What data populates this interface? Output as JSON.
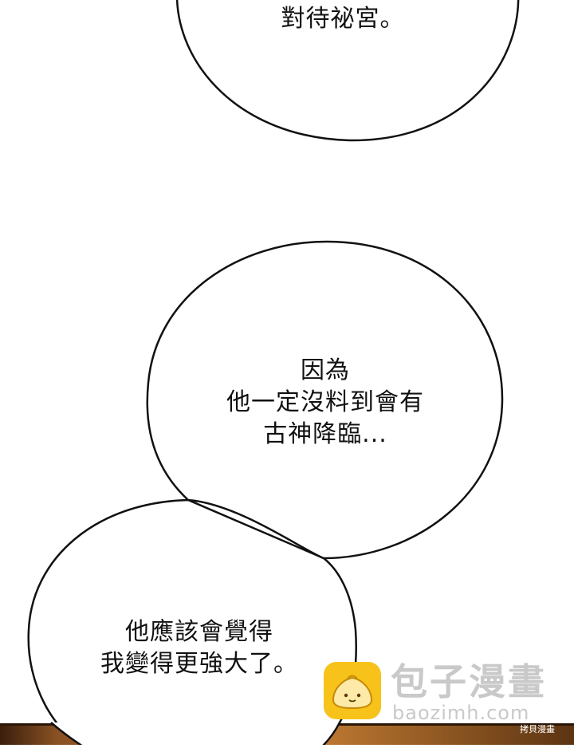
{
  "bubbles": [
    {
      "lines": [
        "對待祕宮。"
      ]
    },
    {
      "lines": [
        "因為",
        "他一定沒料到會有",
        "古神降臨..."
      ]
    },
    {
      "lines": [
        "他應該會覺得",
        "我變得更強大了。"
      ]
    }
  ],
  "watermark": {
    "name": "包子漫畫",
    "domain": "baozimh.com",
    "corner": "拷貝漫畫"
  },
  "colors": {
    "background": "#ffffff",
    "bubble_fill": "#ffffff",
    "bubble_outline": "#111111",
    "text": "#111111",
    "watermark_icon": "#f7c21a",
    "watermark_text": "#c9c9c9",
    "strip": "#7a4a1c"
  }
}
